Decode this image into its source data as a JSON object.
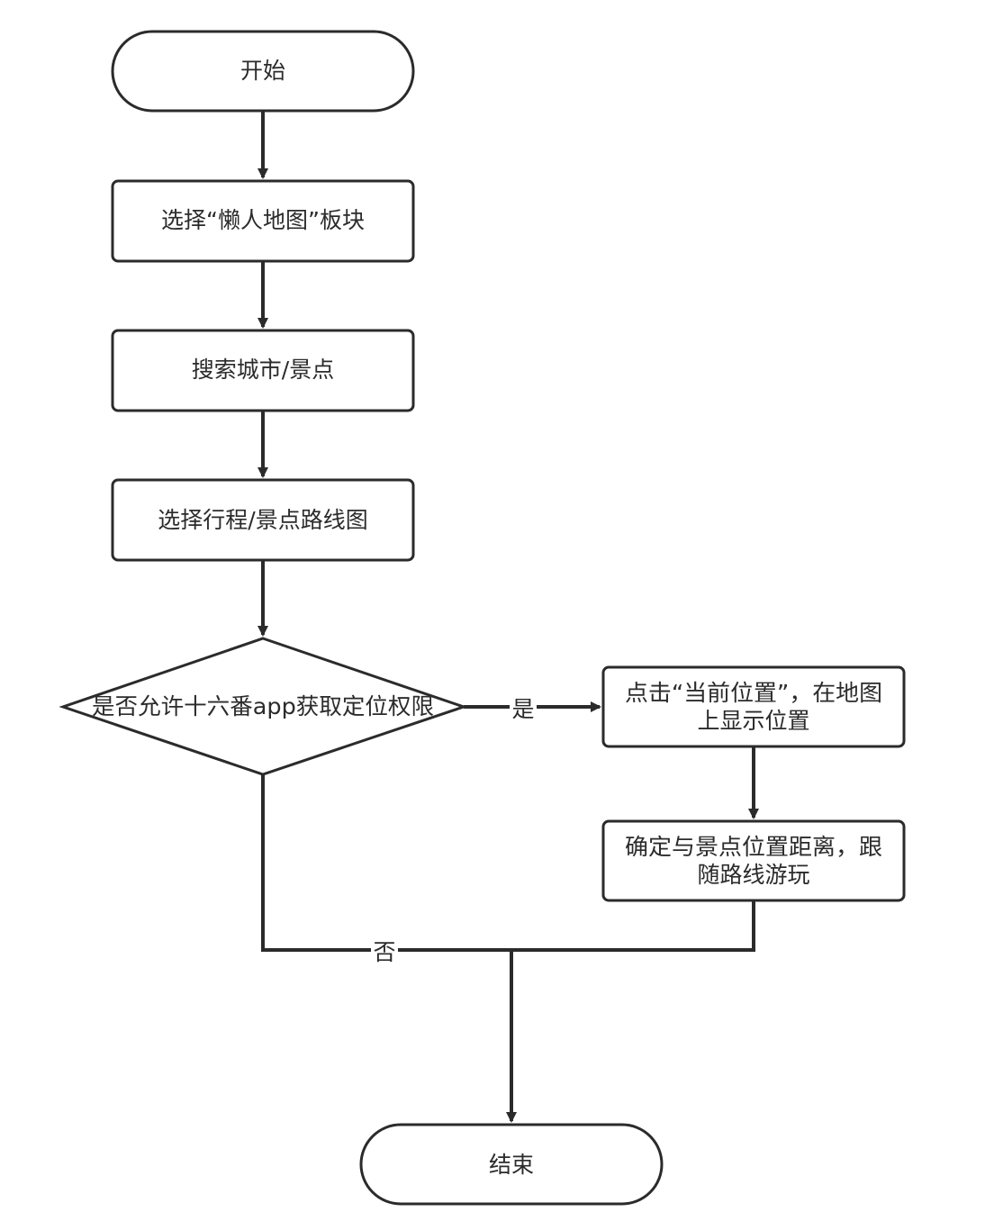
{
  "nodes": {
    "start": "开始",
    "select_module": "选择“懒人地图”板块",
    "search": "搜索城市/景点",
    "select_route": "选择行程/景点路线图",
    "decision": "是否允许十六番app获取定位权限",
    "current_location_line1": "点击“当前位置”，在地图",
    "current_location_line2": "上显示位置",
    "confirm_line1": "确定与景点位置距离，跟",
    "confirm_line2": "随路线游玩",
    "end": "结束"
  },
  "edges": {
    "yes": "是",
    "no": "否"
  },
  "colors": {
    "stroke": "#2b2b2b",
    "fill": "#ffffff"
  }
}
